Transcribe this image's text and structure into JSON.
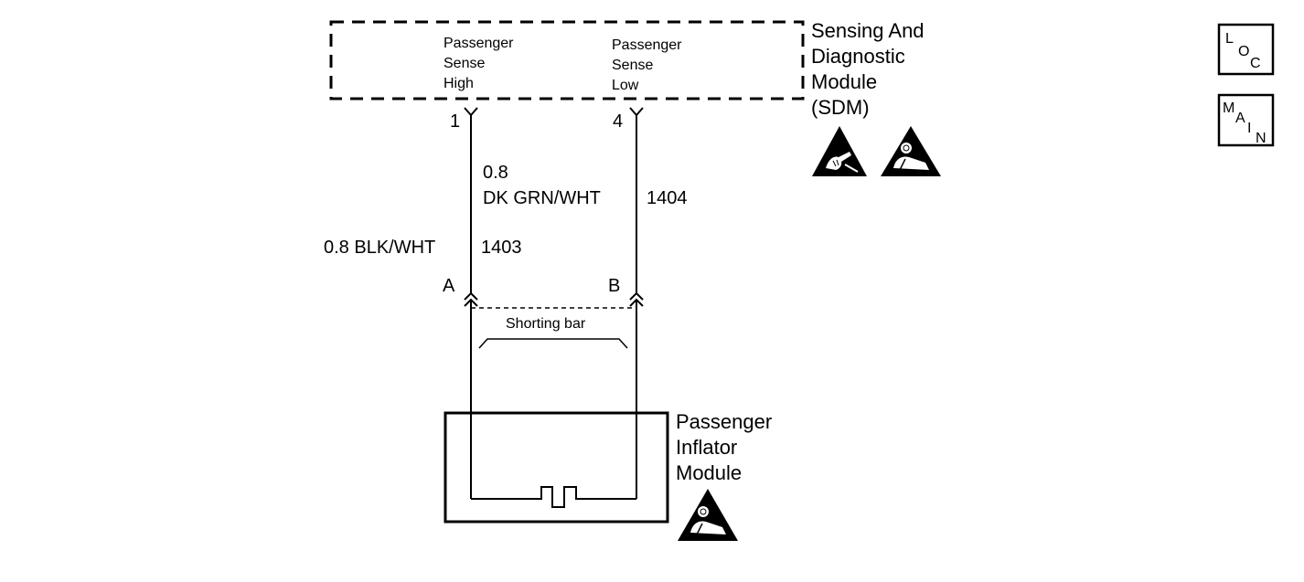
{
  "sdm": {
    "title_lines": [
      "Sensing And",
      "Diagnostic",
      "Module",
      "(SDM)"
    ],
    "pin_high_lines": [
      "Passenger",
      "Sense",
      "High"
    ],
    "pin_low_lines": [
      "Passenger",
      "Sense",
      "Low"
    ],
    "pin_high_number": "1",
    "pin_low_number": "4",
    "esd_icon": "esd-warning-icon",
    "airbag_icon": "airbag-warning-icon"
  },
  "wires": {
    "high": {
      "gauge_color": "0.8 BLK/WHT",
      "circuit": "1403"
    },
    "low": {
      "gauge": "0.8",
      "color": "DK GRN/WHT",
      "circuit": "1404"
    }
  },
  "connector": {
    "terminal_a": "A",
    "terminal_b": "B",
    "shorting_bar_label": "Shorting bar"
  },
  "inflator": {
    "title_lines": [
      "Passenger",
      "Inflator",
      "Module"
    ],
    "airbag_icon": "airbag-warning-icon"
  },
  "nav_buttons": {
    "loc": [
      "L",
      "O",
      "C"
    ],
    "main": [
      "M",
      "A",
      "I",
      "N"
    ]
  }
}
